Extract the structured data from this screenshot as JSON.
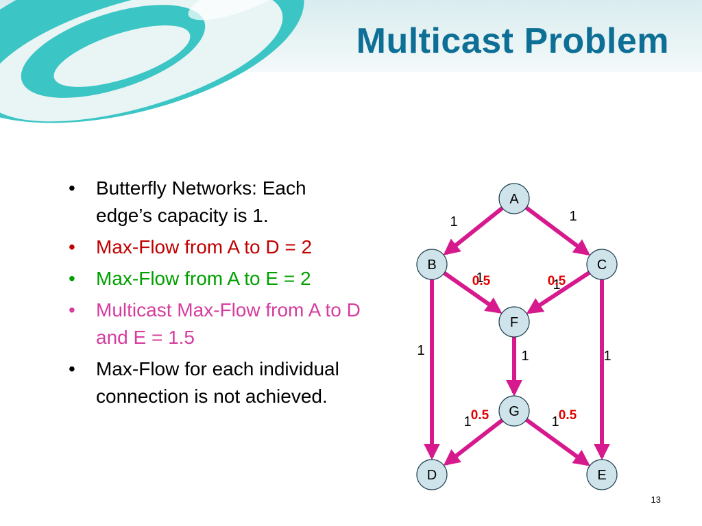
{
  "title": "Multicast Problem",
  "bullets": [
    {
      "text": "Butterfly Networks: Each edge’s capacity is 1.",
      "color": "#000000"
    },
    {
      "text": "Max-Flow from A to D = 2",
      "color": "#c00000"
    },
    {
      "text": "Max-Flow from A to E = 2",
      "color": "#00a000"
    },
    {
      "text": "Multicast Max-Flow from A to D and E = 1.5",
      "color": "#d63c9f"
    },
    {
      "text": "Max-Flow for each individual connection is not achieved.",
      "color": "#000000"
    }
  ],
  "bullet_symbol": "•",
  "diagram": {
    "nodes": [
      "A",
      "B",
      "C",
      "F",
      "G",
      "D",
      "E"
    ],
    "edges": [
      {
        "from": "A",
        "to": "B",
        "capacity": "1"
      },
      {
        "from": "A",
        "to": "C",
        "capacity": "1"
      },
      {
        "from": "B",
        "to": "F",
        "capacity": "1",
        "flow": "0.5"
      },
      {
        "from": "C",
        "to": "F",
        "capacity": "1",
        "flow": "0.5"
      },
      {
        "from": "B",
        "to": "D",
        "capacity": "1"
      },
      {
        "from": "C",
        "to": "E",
        "capacity": "1"
      },
      {
        "from": "F",
        "to": "G",
        "capacity": "1"
      },
      {
        "from": "G",
        "to": "D",
        "capacity": "1",
        "flow": "0.5"
      },
      {
        "from": "G",
        "to": "E",
        "capacity": "1",
        "flow": "0.5"
      }
    ],
    "node_fill": "#cfe4ea",
    "edge_color": "#d61a8e",
    "flow_color": "#e00000"
  },
  "page_number": "13"
}
